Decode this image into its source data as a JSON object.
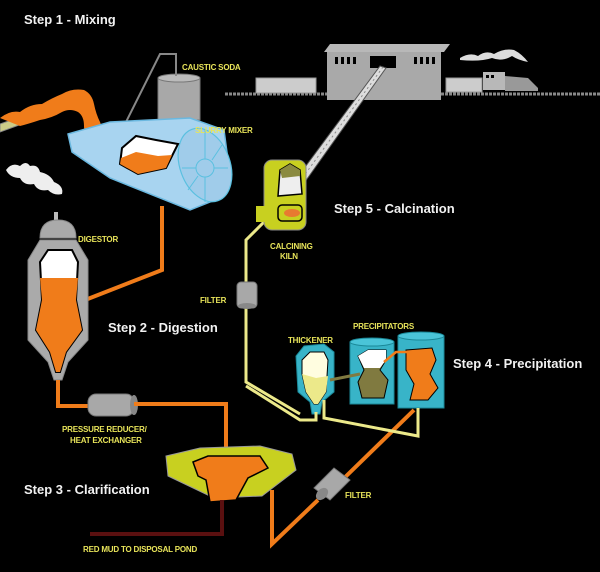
{
  "title": "Bayer Process - Alumina Refining",
  "steps": [
    {
      "label": "Step 1 - Mixing"
    },
    {
      "label": "Step 2 - Digestion"
    },
    {
      "label": "Step 3 - Clarification"
    },
    {
      "label": "Step 4 - Precipitation"
    },
    {
      "label": "Step 5 - Calcination"
    }
  ],
  "labels": {
    "caustic_soda": "CAUSTIC SODA",
    "slurry_mixer": "SLURRY MIXER",
    "digestor": "DIGESTOR",
    "pressure_reducer_line1": "PRESSURE REDUCER/",
    "pressure_reducer_line2": "HEAT EXCHANGER",
    "red_mud": "RED MUD TO DISPOSAL POND",
    "filter_1": "FILTER",
    "filter_2": "FILTER",
    "thickener": "THICKENER",
    "precipitators": "PRECIPITATORS",
    "calcining_line1": "CALCINING",
    "calcining_line2": "KILN"
  },
  "colors": {
    "background": "#000000",
    "slurry_orange": "#f07c1a",
    "liquor_yellow": "#ece98a",
    "equipment_gray": "#a8a8a8",
    "mixer_blue": "#a8d4f0",
    "precipitator_cyan": "#38b4c8",
    "clarifier_yellow": "#c8d020",
    "label_yellow": "#e8e45a",
    "red_mud": "#5a1010"
  }
}
